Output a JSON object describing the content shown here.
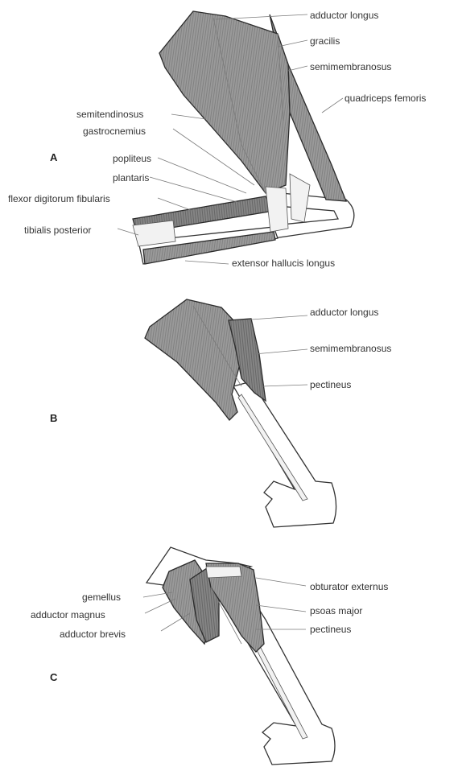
{
  "panels": [
    {
      "letter": "A",
      "labels": {
        "adductor_longus": "adductor longus",
        "gracilis": "gracilis",
        "semimembranosus": "semimembranosus",
        "quadriceps_femoris": "quadriceps femoris",
        "semitendinosus": "semitendinosus",
        "gastrocnemius": "gastrocnemius",
        "popliteus": "popliteus",
        "plantaris": "plantaris",
        "flexor_digitorum_fibularis": "flexor digitorum fibularis",
        "tibialis_posterior": "tibialis posterior",
        "extensor_hallucis_longus": "extensor hallucis longus"
      }
    },
    {
      "letter": "B",
      "labels": {
        "adductor_longus": "adductor longus",
        "semimembranosus": "semimembranosus",
        "pectineus": "pectineus"
      }
    },
    {
      "letter": "C",
      "labels": {
        "obturator_externus": "obturator externus",
        "psoas_major": "psoas major",
        "pectineus": "pectineus",
        "gemellus": "gemellus",
        "adductor_magnus": "adductor magnus",
        "adductor_brevis": "adductor brevis"
      }
    }
  ]
}
